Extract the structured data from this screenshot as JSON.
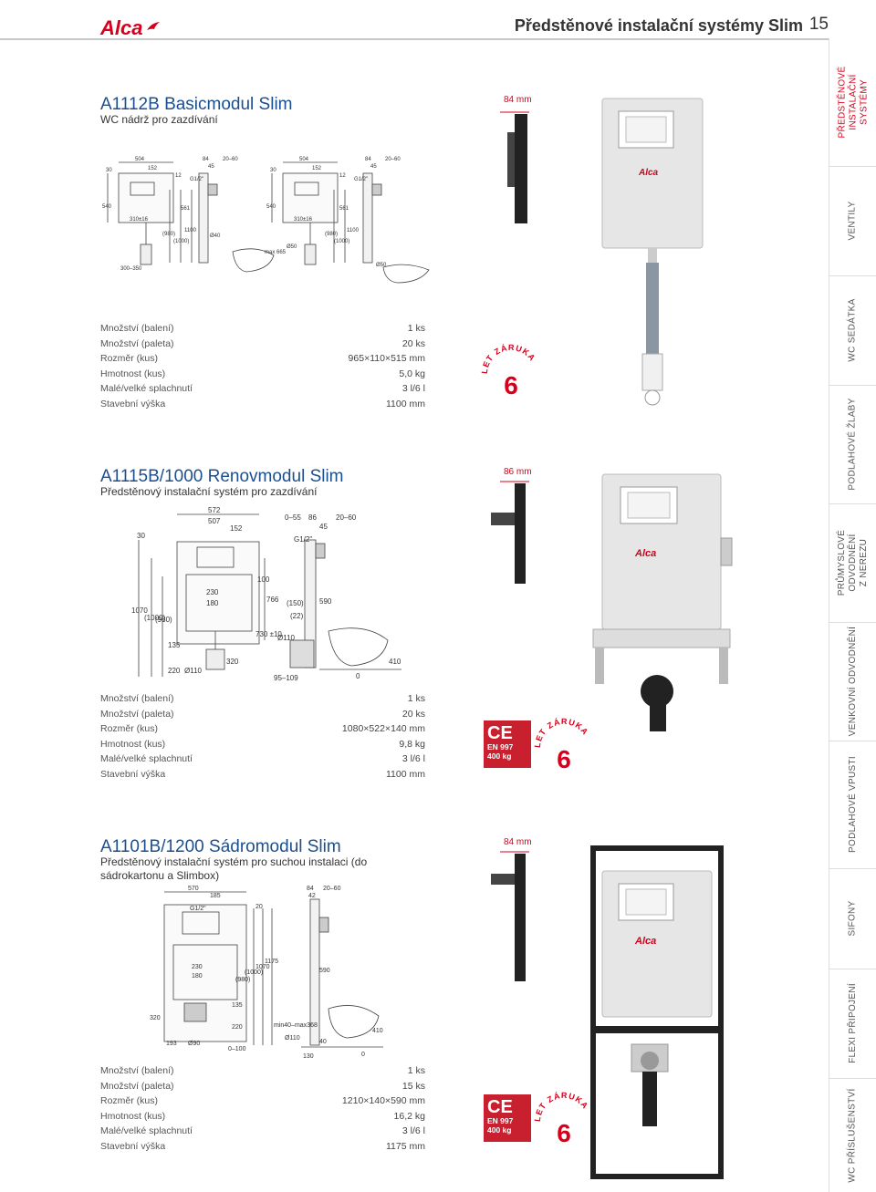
{
  "header": {
    "brand": "Alca",
    "title": "Předstěnové instalační systémy Slim",
    "page": "15"
  },
  "sidebar": [
    {
      "label": "PŘEDSTĚNOVÉ INSTALAČNÍ SYSTÉMY",
      "active": true
    },
    {
      "label": "VENTILY",
      "active": false
    },
    {
      "label": "WC SEDÁTKA",
      "active": false
    },
    {
      "label": "PODLAHOVÉ ŽLABY",
      "active": false
    },
    {
      "label": "PRŮMYSLOVÉ ODVODNĚNÍ Z NEREZU",
      "active": false
    },
    {
      "label": "VENKOVNÍ ODVODNĚNÍ",
      "active": false
    },
    {
      "label": "PODLAHOVÉ VPUSTI",
      "active": false
    },
    {
      "label": "SIFONY",
      "active": false
    },
    {
      "label": "FLEXI PŘIPOJENÍ",
      "active": false
    },
    {
      "label": "WC PŘÍSLUŠENSTVÍ",
      "active": false
    }
  ],
  "products": [
    {
      "title": "A1112B Basicmodul Slim",
      "subtitle": "WC nádrž pro zazdívání",
      "depth": "84 mm",
      "specs": [
        {
          "k": "Množství (balení)",
          "v": "1 ks"
        },
        {
          "k": "Množství (paleta)",
          "v": "20 ks"
        },
        {
          "k": "Rozměr (kus)",
          "v": "965×110×515 mm"
        },
        {
          "k": "Hmotnost (kus)",
          "v": "5,0 kg"
        },
        {
          "k": "Malé/velké splachnutí",
          "v": "3 l/6 l"
        },
        {
          "k": "Stavební výška",
          "v": "1100 mm"
        }
      ],
      "warranty": {
        "text": "LET ZÁRUKA",
        "years": "6"
      }
    },
    {
      "title": "A1115B/1000 Renovmodul Slim",
      "subtitle": "Předstěnový instalační systém pro zazdívání",
      "depth": "86 mm",
      "specs": [
        {
          "k": "Množství (balení)",
          "v": "1 ks"
        },
        {
          "k": "Množství (paleta)",
          "v": "20 ks"
        },
        {
          "k": "Rozměr (kus)",
          "v": "1080×522×140 mm"
        },
        {
          "k": "Hmotnost (kus)",
          "v": "9,8 kg"
        },
        {
          "k": "Malé/velké splachnutí",
          "v": "3 l/6 l"
        },
        {
          "k": "Stavební výška",
          "v": "1100 mm"
        }
      ],
      "ce": {
        "mark": "CE",
        "norm": "EN 997",
        "load": "400 kg"
      },
      "warranty": {
        "text": "LET ZÁRUKA",
        "years": "6"
      }
    },
    {
      "title": "A1101B/1200 Sádromodul Slim",
      "subtitle": "Předstěnový instalační systém pro suchou instalaci (do sádrokartonu a Slimbox)",
      "depth": "84 mm",
      "specs": [
        {
          "k": "Množství (balení)",
          "v": "1 ks"
        },
        {
          "k": "Množství (paleta)",
          "v": "15 ks"
        },
        {
          "k": "Rozměr (kus)",
          "v": "1210×140×590 mm"
        },
        {
          "k": "Hmotnost (kus)",
          "v": "16,2 kg"
        },
        {
          "k": "Malé/velké splachnutí",
          "v": "3 l/6 l"
        },
        {
          "k": "Stavební výška",
          "v": "1175 mm"
        }
      ],
      "ce": {
        "mark": "CE",
        "norm": "EN 997",
        "load": "400 kg"
      },
      "warranty": {
        "text": "LET ZÁRUKA",
        "years": "6"
      }
    }
  ],
  "dims": {
    "d1": [
      "504",
      "152",
      "84",
      "45",
      "20–60",
      "30",
      "540",
      "310±16",
      "(980)",
      "(1000)",
      "561",
      "1100",
      "Ø40",
      "300–350",
      "G1/2\"",
      "12"
    ],
    "d1b": [
      "504",
      "152",
      "84",
      "45",
      "20–60",
      "30",
      "540",
      "310±16",
      "max 665",
      "Ø50",
      "(980)",
      "(1000)",
      "561",
      "1100",
      "Ø50",
      "G1/2\"",
      "12"
    ],
    "d2": [
      "572",
      "507",
      "152",
      "0–55",
      "86",
      "45",
      "20–60",
      "30",
      "1070",
      "(1000)",
      "(980)",
      "135",
      "220",
      "230",
      "180",
      "Ø110",
      "320",
      "100",
      "766",
      "730 ±10",
      "(150)",
      "(22)",
      "Ø110",
      "95–109",
      "590",
      "410",
      "0",
      "G1/2\""
    ],
    "d3": [
      "570",
      "185",
      "G1/2\"",
      "20",
      "84",
      "42",
      "20–60",
      "230",
      "180",
      "(980)",
      "(1000)",
      "1070",
      "1175",
      "320",
      "135",
      "220",
      "193",
      "Ø90",
      "0–100",
      "min40–max368",
      "Ø110",
      "590",
      "410",
      "40",
      "130",
      "0"
    ]
  }
}
